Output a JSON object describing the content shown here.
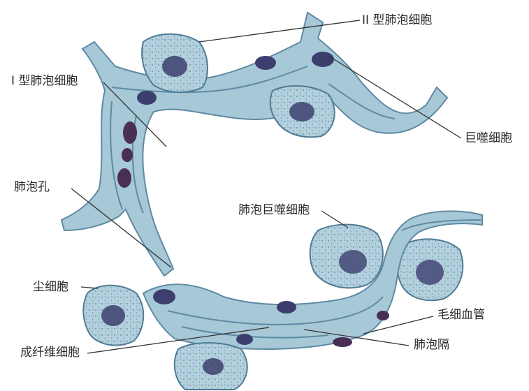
{
  "labels": {
    "type2_cell": "II 型肺泡细胞",
    "type1_cell": "I 型肺泡细胞",
    "macrophage": "巨噬细胞",
    "alveolar_pore": "肺泡孔",
    "alveolar_macrophage": "肺泡巨噬细胞",
    "dust_cell": "尘细胞",
    "capillary": "毛细血管",
    "fibroblast": "成纤维细胞",
    "alveolar_septum": "肺泡隔"
  },
  "colors": {
    "tissue": "#a9c9d8",
    "tissue_dark": "#6d96ad",
    "membrane": "#5e8aa3",
    "nucleus": "#3c3f6e",
    "rbc": "#4a2f55",
    "leader": "#333333"
  }
}
